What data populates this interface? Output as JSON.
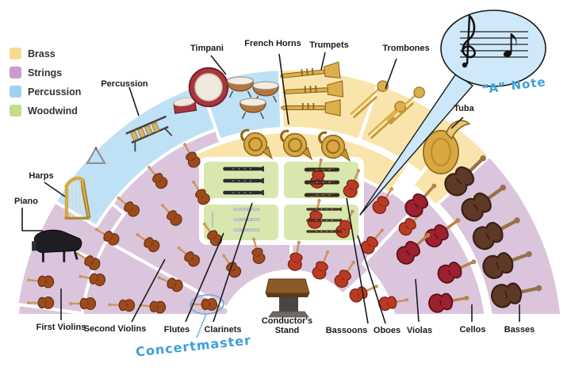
{
  "legend": {
    "items": [
      {
        "label": "Brass",
        "color": "#F6DC8E"
      },
      {
        "label": "Strings",
        "color": "#C89DC9"
      },
      {
        "label": "Percussion",
        "color": "#A0D1F1"
      },
      {
        "label": "Woodwind",
        "color": "#C3DD8B"
      }
    ]
  },
  "section_labels": {
    "percussion": "Percussion",
    "timpani": "Timpani",
    "french_horns": "French Horns",
    "trumpets": "Trumpets",
    "trombones": "Trombones",
    "tuba": "Tuba",
    "harps": "Harps",
    "piano": "Piano",
    "first_violins": "First Violins",
    "second_violins": "Second Violins",
    "flutes": "Flutes",
    "clarinets": "Clarinets",
    "conductors_stand": "Conductor's Stand",
    "bassoons": "Bassoons",
    "oboes": "Oboes",
    "violas": "Violas",
    "cellos": "Cellos",
    "basses": "Basses"
  },
  "callout": {
    "label": "“A” Note"
  },
  "concertmaster_label": "Concertmaster",
  "colors": {
    "strings_fill": "#DBC5DD",
    "brass_fill": "#F9E5AC",
    "percussion_fill": "#BFE1F5",
    "woodwind_fill": "#D8E7AE",
    "annotation_blue": "#3E9FD9"
  }
}
